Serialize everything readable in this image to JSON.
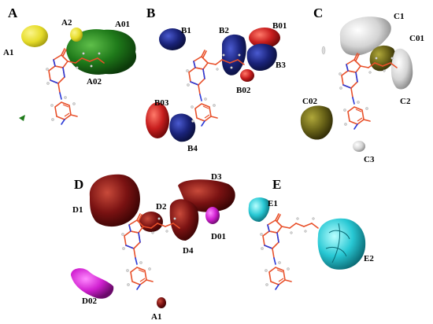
{
  "panels": [
    {
      "key": "A",
      "contours": [
        "A1",
        "A2",
        "A01",
        "A02"
      ]
    },
    {
      "key": "B",
      "contours": [
        "B1",
        "B2",
        "B01",
        "B3",
        "B02",
        "B03",
        "B4"
      ]
    },
    {
      "key": "C",
      "contours": [
        "C1",
        "C01",
        "C2",
        "C02",
        "C3"
      ]
    },
    {
      "key": "D",
      "contours": [
        "D1",
        "D2",
        "D3",
        "D01",
        "D4",
        "D02",
        "A1"
      ]
    },
    {
      "key": "E",
      "contours": [
        "E1",
        "E2"
      ]
    }
  ],
  "colors": {
    "yellow": "#e6dc2a",
    "green": "#1f7a1a",
    "blue": "#1a237a",
    "red": "#c81e1e",
    "white": "#d4d4d4",
    "olive": "#6a6418",
    "darkred": "#7a1212",
    "magenta": "#d020d0",
    "cyan": "#28c8d4",
    "bond": "#e8502a",
    "nitrogen": "#2a3ad8"
  }
}
